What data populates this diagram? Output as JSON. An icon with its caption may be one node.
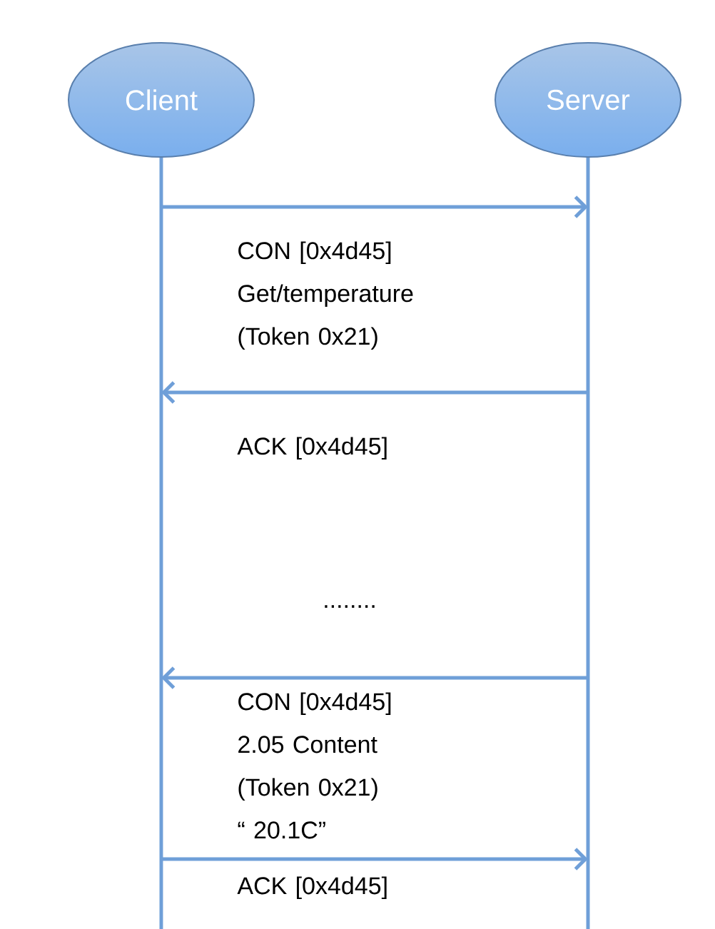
{
  "diagram": {
    "nodes": [
      {
        "text": [
          "Client"
        ]
      },
      {
        "text": [
          "Server"
        ]
      }
    ],
    "edges": [
      {
        "from": 0,
        "to": 1,
        "arrow": "to",
        "label": "CON [0x4d45] Get/temperature (Token 0x21)"
      },
      {
        "from": 1,
        "to": 0,
        "arrow": "to",
        "label": "ACK [0x4d45]"
      },
      {
        "from": 1,
        "to": 0,
        "arrow": "to",
        "label": "CON [0x4d45] 2.05 Content (Token 0x21) “ 20.1C”"
      },
      {
        "from": 0,
        "to": 1,
        "arrow": "to",
        "label": "ACK [0x4d45]"
      }
    ],
    "labels": [
      "........"
    ]
  }
}
